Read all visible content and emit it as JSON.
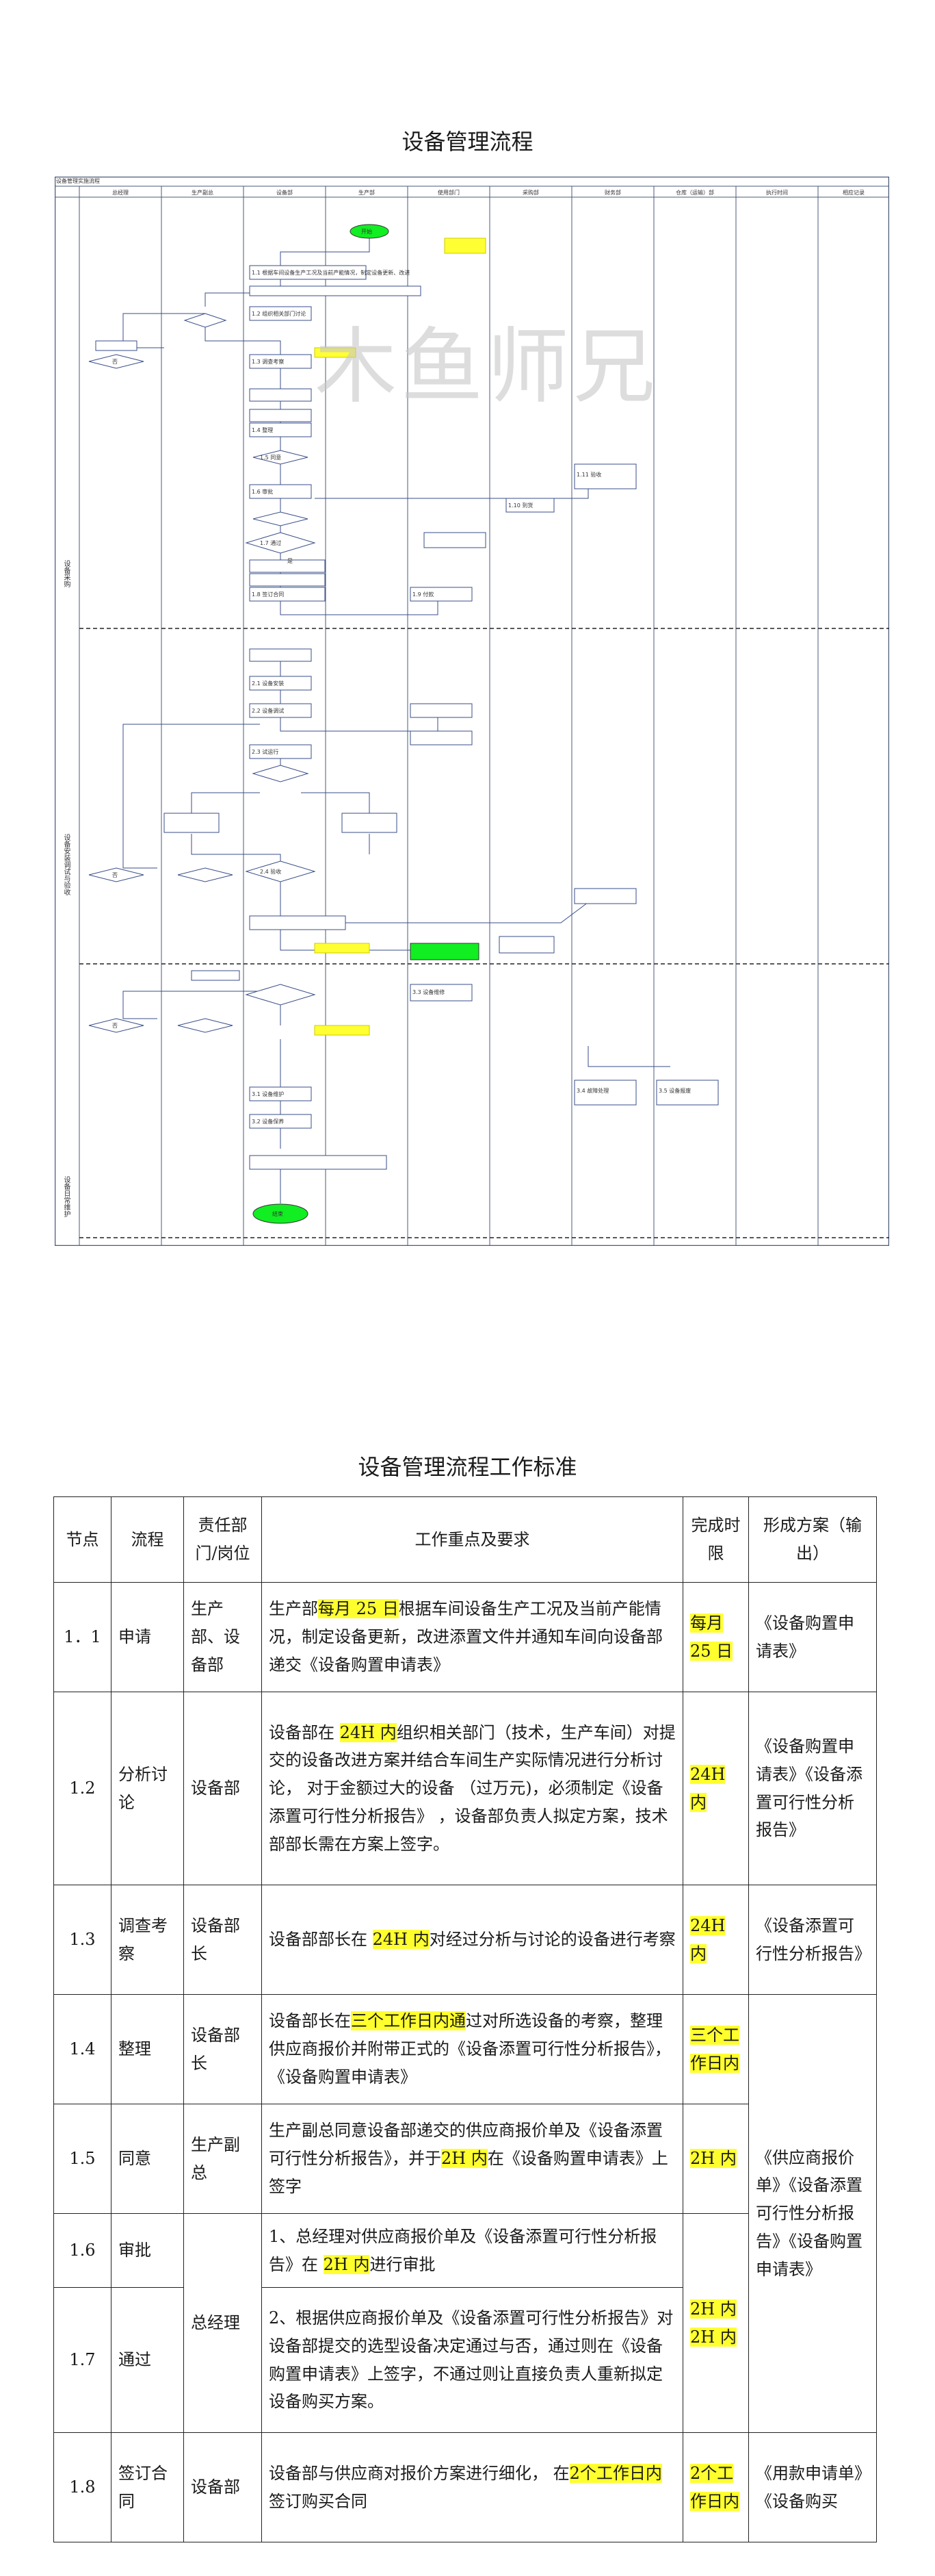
{
  "flow_title": "设备管理流程",
  "watermark": "木鱼师兄",
  "flow_caption": "设备管理实施流程",
  "lanes": [
    "总经理",
    "生产副总",
    "设备部",
    "生产部",
    "使用部门",
    "采购部",
    "财务部",
    "仓库（运输）部",
    "执行时间",
    "相应记录"
  ],
  "phases": [
    "设备采购",
    "设备安装调试与验收",
    "设备日常维护"
  ],
  "nodes": {
    "start": "开始",
    "end": "结束",
    "n11": "1.1 根据车间设备生产工况及当前产能情况，制定设备更新、改进",
    "n12": "1.2 组织相关部门讨论",
    "n13": "1.3 调查考察",
    "n14": "1.4 整理",
    "n15": "1.5 同意",
    "n16": "1.6 审批",
    "n17": "1.7 通过",
    "n18": "1.8 签订合同",
    "n19": "1.9 付款",
    "n110": "1.10 到货",
    "n111": "1.11 验收",
    "n21": "2.1 设备安装",
    "n22": "2.2 设备调试",
    "n23": "2.3 试运行",
    "n24": "2.4 验收",
    "n31": "3.1 设备维护",
    "n32": "3.2 设备保养",
    "n33": "3.3 设备维修",
    "n34": "3.4 故障处理",
    "n35": "3.5 设备报废",
    "no": "否",
    "yes": "是"
  },
  "table_title": "设备管理流程工作标准",
  "headers": [
    "节点",
    "流程",
    "责任部门/岗位",
    "工作重点及要求",
    "完成时限",
    "形成方案（输出）"
  ],
  "rows": [
    {
      "node": "1．1",
      "flow": "申请",
      "dept": "生产部、设备部",
      "req_a": "生产部",
      "req_mark": "每月 25 日",
      "req_b": "根据车间设备生产工况及当前产能情况，制定设备更新，改进添置文件并通知车间向设备部递交《设备购置申请表》",
      "limit": "每月 25 日",
      "output": "《设备购置申请表》"
    },
    {
      "node": "1.2",
      "flow": "分析讨论",
      "dept": "设备部",
      "req_a": "设备部在 ",
      "req_mark": "24H 内",
      "req_b": "组织相关部门（技术，生产车间）对提交的设备改进方案并结合车间生产实际情况进行分析讨论， 对于金额过大的设备 （过万元)，必须制定《设备添置可行性分析报告》 ，设备部负责人拟定方案，技术部部长需在方案上签字。",
      "limit": "24H 内",
      "output": "《设备购置申请表》《设备添置可行性分析报告》"
    },
    {
      "node": "1.3",
      "flow": "调查考察",
      "dept": "设备部长",
      "req_a": "设备部部长在 ",
      "req_mark": "24H 内",
      "req_b": "对经过分析与讨论的设备进行考察",
      "limit": "24H 内",
      "output": "《设备添置可行性分析报告》"
    },
    {
      "node": "1.4",
      "flow": "整理",
      "dept": "设备部长",
      "req_a": "设备部长在",
      "req_mark": "三个工作日内通",
      "req_b": "过对所选设备的考察，整理供应商报价并附带正式的《设备添置可行性分析报告》，《设备购置申请表》",
      "limit": "三个工作日内",
      "output": "《供应商报价单》《设备添置可行性分析报告》《设备购置申请表》"
    },
    {
      "node": "1.5",
      "flow": "同意",
      "dept": "生产副总",
      "req_a": "生产副总同意设备部递交的供应商报价单及《设备添置可行性分析报告》，并于",
      "req_mark": "2H 内",
      "req_b": "在《设备购置申请表》上签字",
      "limit": "2H 内"
    },
    {
      "node": "1.6",
      "flow": "审批",
      "dept": "总经理",
      "req_a": "1、总经理对供应商报价单及《设备添置可行性分析报告》在 ",
      "req_mark": "2H 内",
      "req_b": "进行审批",
      "limit": "2H 内 2H 内"
    },
    {
      "node": "1.7",
      "flow": "通过",
      "req_a": "2、根据供应商报价单及《设备添置可行性分析报告》对设备部提交的选型设备决定通过与否，通过则在《设备购置申请表》上签字，不通过则让直接负责人重新拟定设备购买方案。",
      "req_mark": "",
      "req_b": ""
    },
    {
      "node": "1.8",
      "flow": "签订合同",
      "dept": "设备部",
      "req_a": "设备部与供应商对报价方案进行细化，  在",
      "req_mark": "2个工作日内",
      "req_b": "签订购买合同",
      "limit": "2个工作日内",
      "output": "《用款申请单》《设备购买"
    }
  ]
}
